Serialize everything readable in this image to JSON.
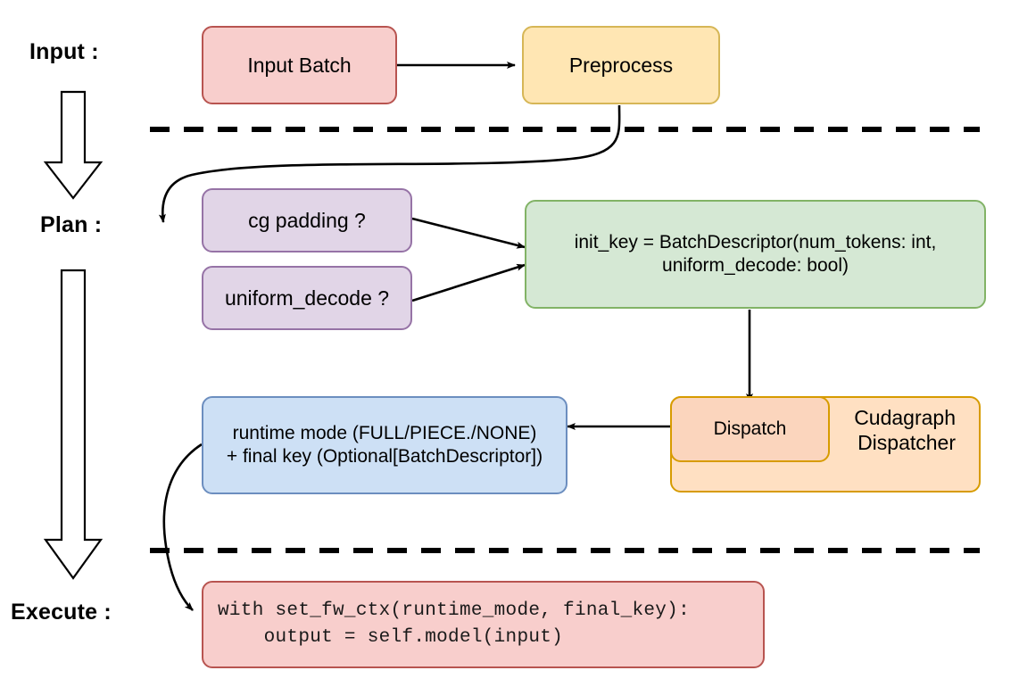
{
  "diagram": {
    "title_stages": [
      {
        "key": "input",
        "label": "Input :"
      },
      {
        "key": "plan",
        "label": "Plan :"
      },
      {
        "key": "execute",
        "label": "Execute :"
      }
    ],
    "nodes": {
      "input_batch": {
        "label": "Input Batch",
        "fill": "#f8cecc",
        "stroke": "#b85450"
      },
      "preprocess": {
        "label": "Preprocess",
        "fill": "#ffe6b3",
        "stroke": "#d6b656"
      },
      "cg_padding": {
        "label": "cg padding ?",
        "fill": "#e1d5e7",
        "stroke": "#9673a6"
      },
      "uniform_decode": {
        "label": "uniform_decode ?",
        "fill": "#e1d5e7",
        "stroke": "#9673a6"
      },
      "init_key": {
        "line1": "init_key = BatchDescriptor(num_tokens: int,",
        "line2": "uniform_decode: bool)",
        "fill": "#d5e8d4",
        "stroke": "#82b366"
      },
      "cudagraph_dispatcher": {
        "line1": "Cudagraph",
        "line2": "Dispatcher",
        "fill": "#ffe0c2",
        "stroke": "#d79b00"
      },
      "dispatch": {
        "label": "Dispatch",
        "fill": "#fbd5bd",
        "stroke": "#d79b00"
      },
      "runtime_mode": {
        "line1": "runtime mode (FULL/PIECE./NONE)",
        "line2": "+ final key (Optional[BatchDescriptor])",
        "fill": "#cde0f5",
        "stroke": "#6c8ebf"
      },
      "execute_code": {
        "line1": "with set_fw_ctx(runtime_mode, final_key):",
        "line2": "    output = self.model(input)",
        "fill": "#f8cecc",
        "stroke": "#b85450"
      }
    },
    "separators": [
      {
        "name": "input-plan-divider",
        "style": "dashed"
      },
      {
        "name": "plan-execute-divider",
        "style": "dashed"
      }
    ],
    "flow_arrows": [
      {
        "from": "input_batch",
        "to": "preprocess"
      },
      {
        "from": "preprocess",
        "to": "cg_padding"
      },
      {
        "from": "cg_padding",
        "to": "init_key"
      },
      {
        "from": "uniform_decode",
        "to": "init_key"
      },
      {
        "from": "init_key",
        "to": "dispatch"
      },
      {
        "from": "dispatch",
        "to": "runtime_mode"
      },
      {
        "from": "runtime_mode",
        "to": "execute_code"
      }
    ],
    "stage_arrows": [
      {
        "name": "input-to-plan-big-arrow"
      },
      {
        "name": "plan-to-execute-big-arrow"
      }
    ],
    "colors": {
      "line": "#000000",
      "background": "#ffffff"
    }
  }
}
